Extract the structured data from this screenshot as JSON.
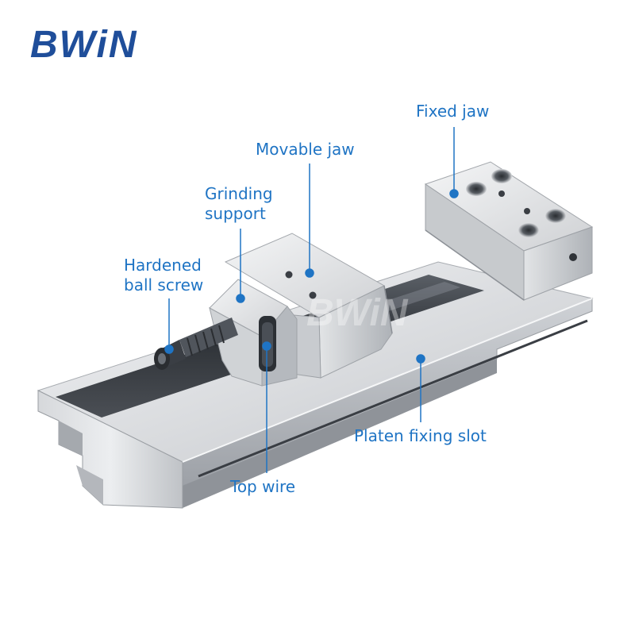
{
  "brand": {
    "logo_text": "BWiN",
    "color": "#1f4e9a"
  },
  "colors": {
    "callout": "#1f74c4",
    "steel_light": "#e8e9eb",
    "steel_mid": "#b9bcc1",
    "steel_dark": "#6e7278"
  },
  "watermark": "BWiN",
  "callouts": [
    {
      "id": "fixed-jaw",
      "text": "Fixed jaw"
    },
    {
      "id": "movable-jaw",
      "text": "Movable jaw"
    },
    {
      "id": "grinding-support",
      "lines": [
        "Grinding",
        "support"
      ]
    },
    {
      "id": "hardened-ball-screw",
      "lines": [
        "Hardened",
        "ball screw"
      ]
    },
    {
      "id": "platen-fixing-slot",
      "text": "Platen fixing slot"
    },
    {
      "id": "top-wire",
      "text": "Top wire"
    }
  ]
}
